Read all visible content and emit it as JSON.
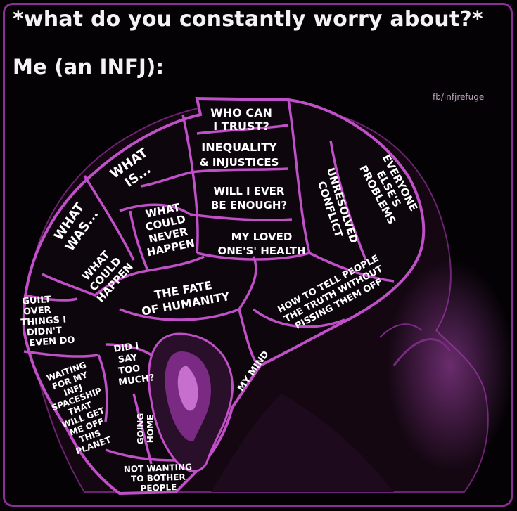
{
  "header": {
    "question": "*what do you constantly worry about?*",
    "answer_prefix": "Me (an INFJ):",
    "credit": "fb/infjrefuge"
  },
  "colors": {
    "background": "#050205",
    "border": "#8b2f92",
    "brain_fill": "#0d060d",
    "brain_lines": "#c04fc8",
    "glow": "#9a3da3"
  },
  "regions": {
    "who_can_trust": [
      "WHO CAN",
      "I TRUST?"
    ],
    "inequality": [
      "INEQUALITY",
      "& INJUSTICES"
    ],
    "will_i_ever": [
      "WILL I EVER",
      "BE ENOUGH?"
    ],
    "loved_ones": [
      "MY LOVED",
      "ONE'S' HEALTH"
    ],
    "what_is": [
      "WHAT",
      "IS..."
    ],
    "what_was": [
      "WHAT",
      "WAS..."
    ],
    "what_could_never": [
      "WHAT",
      "COULD",
      "NEVER",
      "HAPPEN"
    ],
    "what_could_happen": [
      "WHAT",
      "COULD",
      "HAPPEN"
    ],
    "fate_of_humanity": [
      "THE FATE",
      "OF HUMANITY"
    ],
    "unresolved_conflict": [
      "UNRESOLVED",
      "CONFLICT"
    ],
    "everyone_else": [
      "EVERYONE",
      "ELSE'S",
      "PROBLEMS"
    ],
    "tell_people": [
      "HOW TO TELL PEOPLE",
      "THE TRUTH WITHOUT",
      "PISSING THEM OFF"
    ],
    "guilt": [
      "GUILT",
      "OVER",
      "THINGS I",
      "DIDN'T",
      "EVEN DO"
    ],
    "did_i_say": [
      "DID I",
      "SAY",
      "TOO",
      "MUCH?"
    ],
    "spaceship": [
      "WAITING",
      "FOR MY",
      "INFJ",
      "SPACESHIP",
      "THAT",
      "WILL GET",
      "ME OFF",
      "THIS",
      "PLANET"
    ],
    "going_home": [
      "GOING",
      "HOME"
    ],
    "my_mind": [
      "MY MIND"
    ],
    "not_wanting": [
      "NOT WANTING",
      "TO BOTHER",
      "PEOPLE"
    ]
  }
}
